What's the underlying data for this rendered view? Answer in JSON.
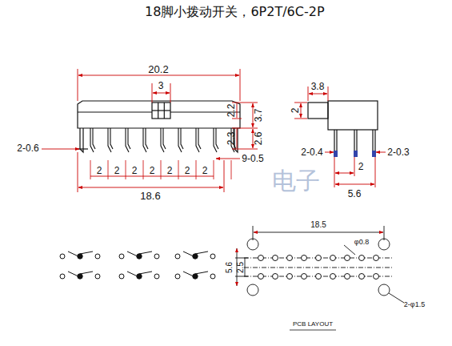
{
  "diagram": {
    "title": "18脚小拨动开关，6P2T/6C-2P",
    "labels": [
      "20.2",
      "3",
      "2.2",
      "2.3",
      "3.7",
      "2.6",
      "2-0.6",
      "2",
      "2",
      "2",
      "2",
      "2",
      "2",
      "2",
      "9-0.5",
      "18.6",
      "3.8",
      "2",
      "2-0.4",
      "2-0.3",
      "2",
      "5.6",
      "18.5",
      "φ0.8",
      "5.6",
      "2.5",
      "2-φ1.5",
      "PCB LAYOUT",
      "电子"
    ]
  }
}
